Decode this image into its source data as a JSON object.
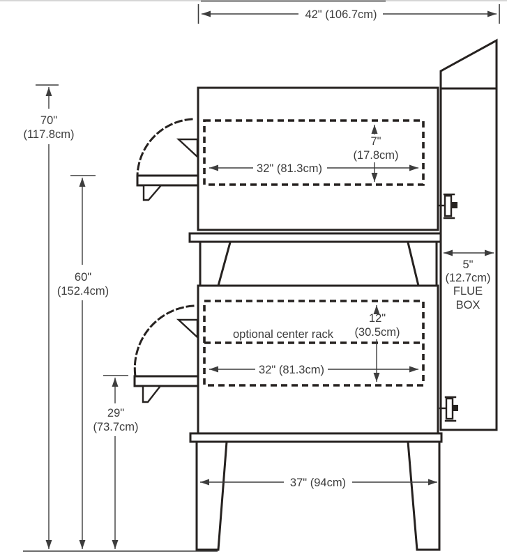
{
  "diagram": {
    "subject": "double-deck-oven-side-elevation",
    "dimensions": {
      "overall_width": {
        "label": "42\" (106.7cm)"
      },
      "overall_height": {
        "value": "70\"",
        "metric": "(117.8cm)"
      },
      "upper_deck_height": {
        "value": "60\"",
        "metric": "(152.4cm)"
      },
      "lower_deck_height": {
        "value": "29\"",
        "metric": "(73.7cm)"
      },
      "upper_opening_width": {
        "label": "32\" (81.3cm)"
      },
      "upper_opening_height": {
        "value": "7\"",
        "metric": "(17.8cm)"
      },
      "lower_opening_width": {
        "label": "32\" (81.3cm)"
      },
      "lower_opening_height": {
        "value": "12\"",
        "metric": "(30.5cm)"
      },
      "base_width": {
        "label": "37\" (94cm)"
      },
      "flue_box": {
        "value": "5\"",
        "metric": "(12.7cm)",
        "name_line1": "FLUE",
        "name_line2": "BOX"
      }
    },
    "notes": {
      "center_rack": "optional center rack"
    },
    "colors": {
      "structure_line": "#262220",
      "dimension_line": "#3d3d3d",
      "background": "#ffffff",
      "artifact_bar": "#999999"
    }
  }
}
